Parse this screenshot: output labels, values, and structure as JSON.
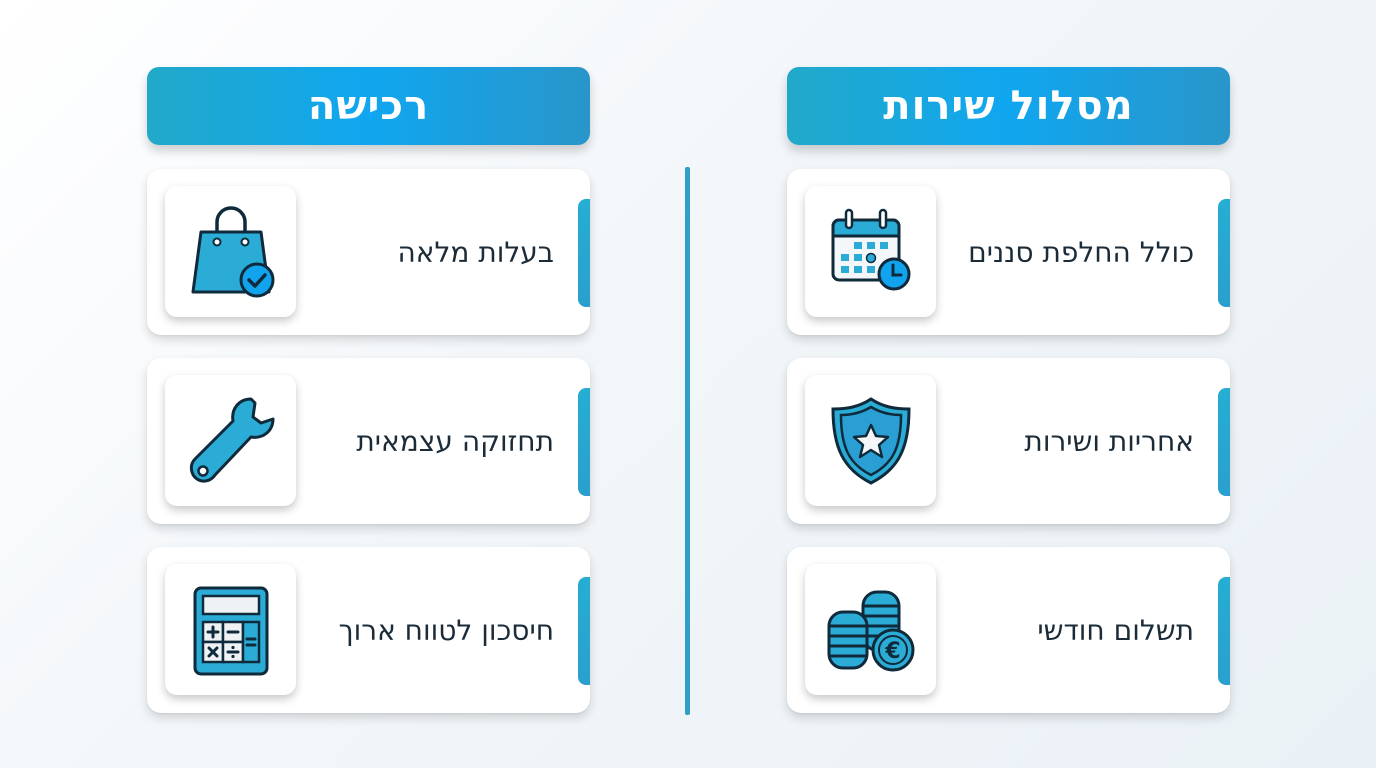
{
  "colors": {
    "header_gradient": [
      "#22a9c9",
      "#10a6f0",
      "#2996c9"
    ],
    "accent": "#26aed2",
    "divider": "#2e9fc6",
    "icon_fill": "#2bacd6",
    "icon_stroke": "#0f2a3a",
    "text": "#1b2b38"
  },
  "columns": [
    {
      "id": "service-plan",
      "title": "מסלול שירות",
      "items": [
        {
          "label": "כולל החלפת סננים",
          "icon": "calendar-clock-icon"
        },
        {
          "label": "אחריות ושירות",
          "icon": "shield-star-icon"
        },
        {
          "label": "תשלום חודשי",
          "icon": "coins-euro-icon"
        }
      ]
    },
    {
      "id": "purchase",
      "title": "רכישה",
      "items": [
        {
          "label": "בעלות מלאה",
          "icon": "shopping-bag-check-icon"
        },
        {
          "label": "תחזוקה עצמאית",
          "icon": "wrench-icon"
        },
        {
          "label": "חיסכון לטווח ארוך",
          "icon": "calculator-icon"
        }
      ]
    }
  ]
}
